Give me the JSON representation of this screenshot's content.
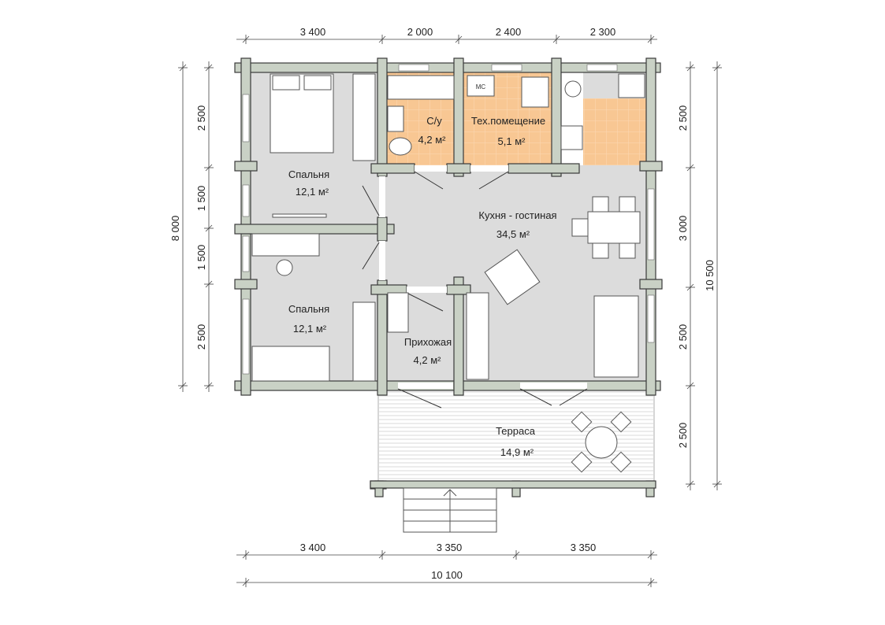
{
  "dimensions": {
    "top": [
      "3 400",
      "2 000",
      "2 400",
      "2 300"
    ],
    "bottom": [
      "3 400",
      "3 350",
      "3 350"
    ],
    "bottom_total": "10 100",
    "left": [
      "2 500",
      "1 500",
      "1 500",
      "2 500"
    ],
    "left_total": "8 000",
    "right": [
      "2 500",
      "3 000",
      "2 500",
      "2 500"
    ],
    "right_total": "10 500"
  },
  "rooms": [
    {
      "name": "Спальня",
      "area": "12,1 м²"
    },
    {
      "name": "С/у",
      "area": "4,2 м²"
    },
    {
      "name": "Тех.помещение",
      "area": "5,1 м²"
    },
    {
      "name": "Кухня - гостиная",
      "area": "34,5 м²"
    },
    {
      "name": "Спальня",
      "area": "12,1 м²"
    },
    {
      "name": "Прихожая",
      "area": "4,2 м²"
    },
    {
      "name": "Терраса",
      "area": "14,9 м²"
    }
  ],
  "appliance_label": "МС",
  "colors": {
    "wall": "#c9d1c5",
    "floor": "#dcdcdc",
    "tile": "#f8c793"
  }
}
